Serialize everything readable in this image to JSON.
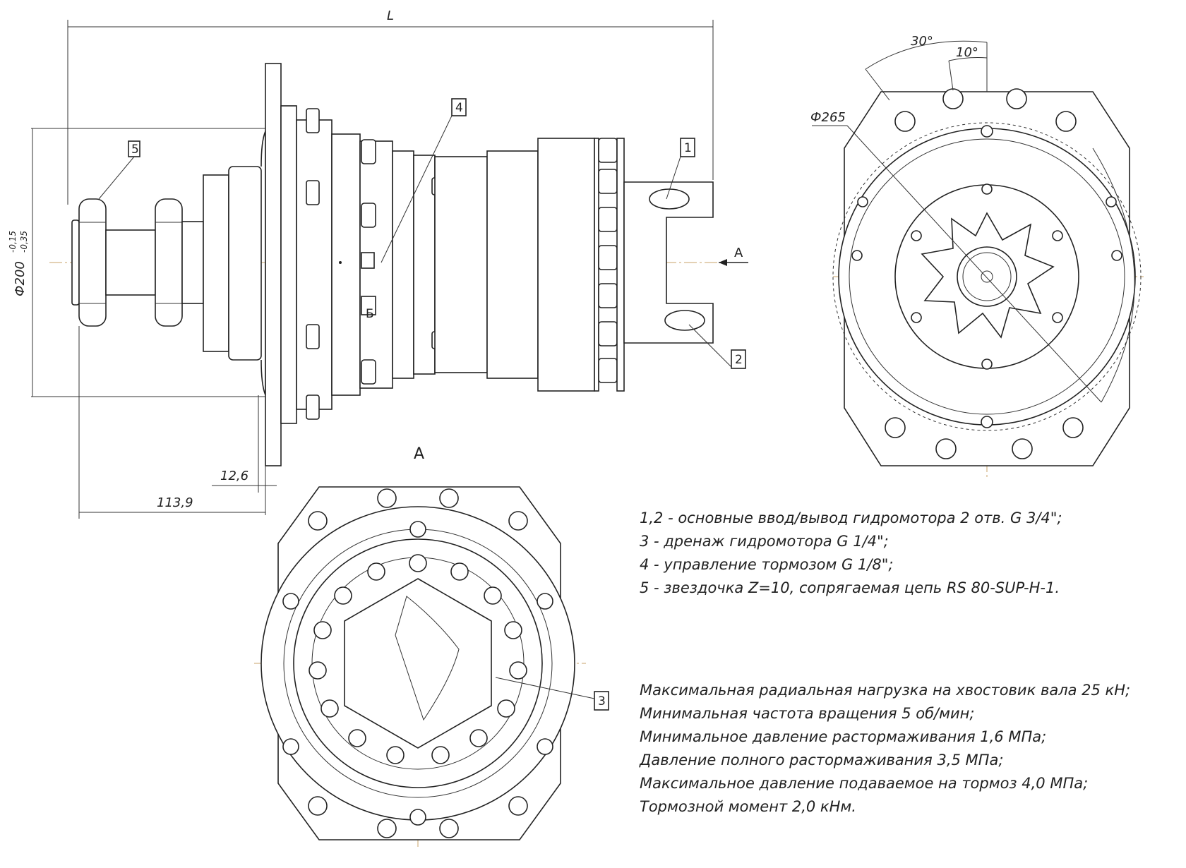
{
  "dimensions": {
    "length": "L",
    "diameter_200": "Ф200",
    "diameter_200_upper_tol": "-0,15",
    "diameter_200_lower_tol": "-0,35",
    "dim_12_6": "12,6",
    "dim_113_9": "113,9",
    "diameter_265": "Ф265",
    "angle_30": "30°",
    "angle_10": "10°"
  },
  "view_labels": {
    "view_a_arrow": "A",
    "view_a_title": "A",
    "port_b": "Б"
  },
  "callouts": [
    "1",
    "2",
    "3",
    "4",
    "5"
  ],
  "port_notes": [
    "1,2 - основные ввод/вывод гидромотора   2 отв.  G 3/4\";",
    "3 - дренаж гидромотора G 1/4\";",
    "4 - управление тормозом G 1/8\";",
    "5 - звездочка Z=10, сопрягаемая цепь RS 80-SUP-H-1."
  ],
  "specs": [
    "Максимальная радиальная нагрузка на хвостовик вала  25 кН;",
    "Минимальная частота вращения  5 об/мин;",
    "Минимальное давление растормаживания  1,6 МПа;",
    "Давление полного растормаживания 3,5 МПа;",
    "Максимальное  давление подаваемое на тормоз  4,0 МПа;",
    "Тормозной момент  2,0 кНм."
  ]
}
